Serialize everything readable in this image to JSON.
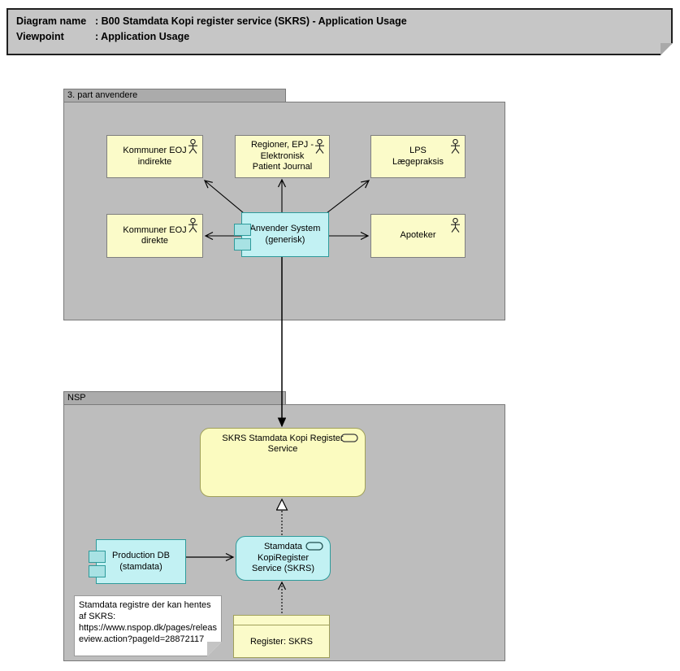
{
  "title_note": {
    "rows": [
      {
        "label": "Diagram name",
        "value": ": B00 Stamdata Kopi register service (SKRS) - Application Usage"
      },
      {
        "label": "Viewpoint",
        "value": ": Application Usage"
      }
    ]
  },
  "groups": {
    "third_party": {
      "label": "3. part anvendere"
    },
    "nsp": {
      "label": "NSP"
    }
  },
  "nodes": {
    "kommuner_eoj_indirekte": {
      "label": "Kommuner EOJ\nindirekte",
      "type": "business-actor",
      "icon": "actor-icon"
    },
    "regioner_epj": {
      "label": "Regioner, EPJ -\nElektronisk\nPatient Journal",
      "type": "business-actor",
      "icon": "actor-icon"
    },
    "lps_laegepraksis": {
      "label": "LPS\nLægepraksis",
      "type": "business-actor",
      "icon": "actor-icon"
    },
    "kommuner_eoj_direkte": {
      "label": "Kommuner EOJ\ndirekte",
      "type": "business-actor",
      "icon": "actor-icon"
    },
    "anvender_system": {
      "label": "Anvender System\n(generisk)",
      "type": "application-component",
      "icon": "component-icon"
    },
    "apoteker": {
      "label": "Apoteker",
      "type": "business-actor",
      "icon": "actor-icon"
    },
    "skrs_service": {
      "label": "SKRS Stamdata Kopi Register\nService",
      "type": "application-service",
      "icon": "service-oval-icon"
    },
    "production_db": {
      "label": "Production DB\n(stamdata)",
      "type": "application-component",
      "icon": "component-icon"
    },
    "stamdata_kopiregister": {
      "label": "Stamdata\nKopiRegister\nService (SKRS)",
      "type": "application-service",
      "icon": "service-oval-icon"
    },
    "register_skrs": {
      "label": "Register: SKRS",
      "type": "data-object"
    }
  },
  "note": {
    "text": "Stamdata registre der kan hentes af SKRS: https://www.nspop.dk/pages/releaseview.action?pageId=28872117"
  },
  "connectors": [
    {
      "from": "anvender_system",
      "to": "kommuner_eoj_indirekte",
      "style": "solid-open-arrow"
    },
    {
      "from": "anvender_system",
      "to": "regioner_epj",
      "style": "solid-open-arrow"
    },
    {
      "from": "anvender_system",
      "to": "lps_laegepraksis",
      "style": "solid-open-arrow"
    },
    {
      "from": "anvender_system",
      "to": "kommuner_eoj_direkte",
      "style": "solid-open-arrow"
    },
    {
      "from": "anvender_system",
      "to": "apoteker",
      "style": "solid-open-arrow"
    },
    {
      "from": "anvender_system",
      "to": "skrs_service",
      "style": "solid-filled-arrow"
    },
    {
      "from": "stamdata_kopiregister",
      "to": "skrs_service",
      "style": "dotted-hollow-triangle"
    },
    {
      "from": "production_db",
      "to": "stamdata_kopiregister",
      "style": "solid-open-arrow"
    },
    {
      "from": "register_skrs",
      "to": "stamdata_kopiregister",
      "style": "dotted-open-arrow"
    }
  ],
  "colors": {
    "group_body": "#bdbdbd",
    "group_tab": "#ababab",
    "title_fill": "#c6c6c6",
    "actor_fill": "#fbfbc9",
    "service_fill": "#fbfbc0",
    "component_fill": "#c2f1f3",
    "component_border": "#2e9b9b",
    "actor_border": "#7f7f7f",
    "service_border": "#a0a05a",
    "note_fill": "#ffffff",
    "line_color": "#000000"
  }
}
